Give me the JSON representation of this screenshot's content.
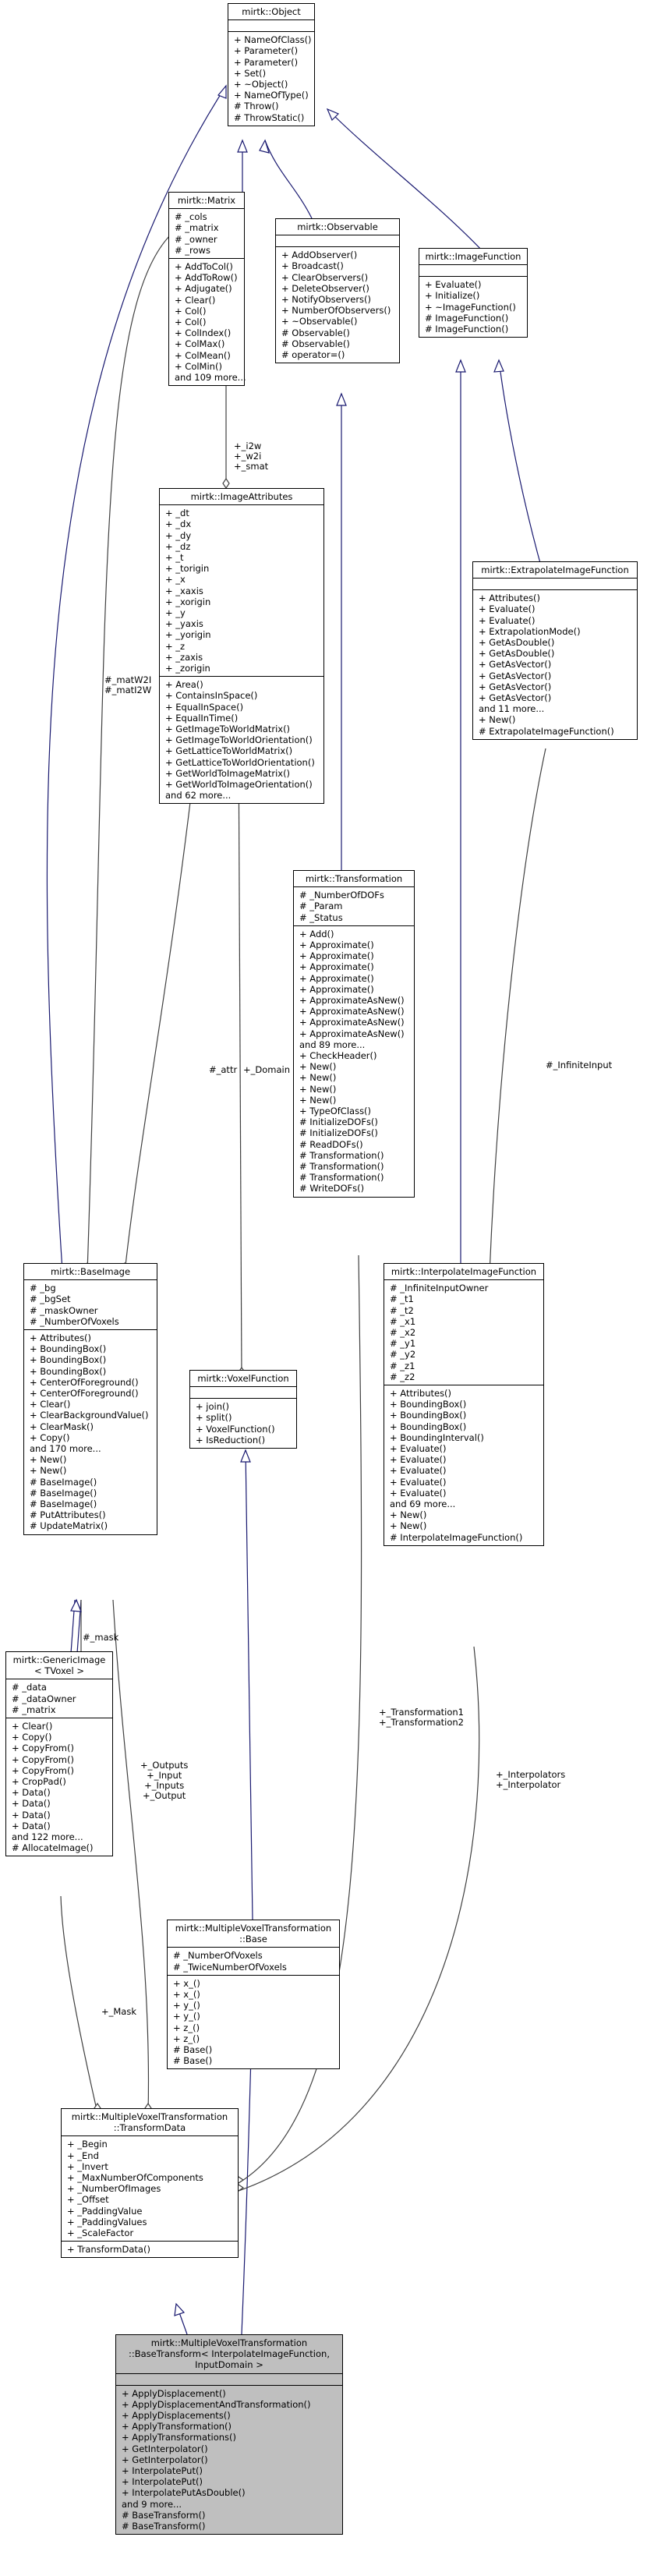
{
  "classes": {
    "object": {
      "title": [
        "mirtk::Object"
      ],
      "attrs": [],
      "methods": [
        "+ NameOfClass()",
        "+ Parameter()",
        "+ Parameter()",
        "+ Set()",
        "+ ~Object()",
        "+ NameOfType()",
        "# Throw()",
        "# ThrowStatic()"
      ]
    },
    "matrix": {
      "title": [
        "mirtk::Matrix"
      ],
      "attrs": [
        "# _cols",
        "# _matrix",
        "# _owner",
        "# _rows"
      ],
      "methods": [
        "+ AddToCol()",
        "+ AddToRow()",
        "+ Adjugate()",
        "+ Clear()",
        "+ Col()",
        "+ Col()",
        "+ ColIndex()",
        "+ ColMax()",
        "+ ColMean()",
        "+ ColMin()",
        "and 109 more..."
      ]
    },
    "observable": {
      "title": [
        "mirtk::Observable"
      ],
      "attrs": [],
      "methods": [
        "+ AddObserver()",
        "+ Broadcast()",
        "+ ClearObservers()",
        "+ DeleteObserver()",
        "+ NotifyObservers()",
        "+ NumberOfObservers()",
        "+ ~Observable()",
        "# Observable()",
        "# Observable()",
        "# operator=()"
      ]
    },
    "imagefunction": {
      "title": [
        "mirtk::ImageFunction"
      ],
      "attrs": [],
      "methods": [
        "+ Evaluate()",
        "+ Initialize()",
        "+ ~ImageFunction()",
        "# ImageFunction()",
        "# ImageFunction()"
      ]
    },
    "imageattributes": {
      "title": [
        "mirtk::ImageAttributes"
      ],
      "attrs": [
        "+ _dt",
        "+ _dx",
        "+ _dy",
        "+ _dz",
        "+ _t",
        "+ _torigin",
        "+ _x",
        "+ _xaxis",
        "+ _xorigin",
        "+ _y",
        "+ _yaxis",
        "+ _yorigin",
        "+ _z",
        "+ _zaxis",
        "+ _zorigin"
      ],
      "methods": [
        "+ Area()",
        "+ ContainsInSpace()",
        "+ EqualInSpace()",
        "+ EqualInTime()",
        "+ GetImageToWorldMatrix()",
        "+ GetImageToWorldOrientation()",
        "+ GetLatticeToWorldMatrix()",
        "+ GetLatticeToWorldOrientation()",
        "+ GetWorldToImageMatrix()",
        "+ GetWorldToImageOrientation()",
        "and 62 more..."
      ]
    },
    "extrapolate": {
      "title": [
        "mirtk::ExtrapolateImageFunction"
      ],
      "attrs": [],
      "methods": [
        "+ Attributes()",
        "+ Evaluate()",
        "+ Evaluate()",
        "+ ExtrapolationMode()",
        "+ GetAsDouble()",
        "+ GetAsDouble()",
        "+ GetAsVector()",
        "+ GetAsVector()",
        "+ GetAsVector()",
        "+ GetAsVector()",
        "and 11 more...",
        "+ New()",
        "# ExtrapolateImageFunction()"
      ]
    },
    "transformation": {
      "title": [
        "mirtk::Transformation"
      ],
      "attrs": [
        "# _NumberOfDOFs",
        "# _Param",
        "# _Status"
      ],
      "methods": [
        "+ Add()",
        "+ Approximate()",
        "+ Approximate()",
        "+ Approximate()",
        "+ Approximate()",
        "+ Approximate()",
        "+ ApproximateAsNew()",
        "+ ApproximateAsNew()",
        "+ ApproximateAsNew()",
        "+ ApproximateAsNew()",
        "and 89 more...",
        "+ CheckHeader()",
        "+ New()",
        "+ New()",
        "+ New()",
        "+ New()",
        "+ TypeOfClass()",
        "# InitializeDOFs()",
        "# InitializeDOFs()",
        "# ReadDOFs()",
        "# Transformation()",
        "# Transformation()",
        "# Transformation()",
        "# WriteDOFs()"
      ]
    },
    "baseimage": {
      "title": [
        "mirtk::BaseImage"
      ],
      "attrs": [
        "# _bg",
        "# _bgSet",
        "# _maskOwner",
        "# _NumberOfVoxels"
      ],
      "methods": [
        "+ Attributes()",
        "+ BoundingBox()",
        "+ BoundingBox()",
        "+ BoundingBox()",
        "+ CenterOfForeground()",
        "+ CenterOfForeground()",
        "+ Clear()",
        "+ ClearBackgroundValue()",
        "+ ClearMask()",
        "+ Copy()",
        "and 170 more...",
        "+ New()",
        "+ New()",
        "# BaseImage()",
        "# BaseImage()",
        "# BaseImage()",
        "# PutAttributes()",
        "# UpdateMatrix()"
      ]
    },
    "voxelfunction": {
      "title": [
        "mirtk::VoxelFunction"
      ],
      "attrs": [],
      "methods": [
        "+ join()",
        "+ split()",
        "+ VoxelFunction()",
        "+ IsReduction()"
      ]
    },
    "interpolate": {
      "title": [
        "mirtk::InterpolateImageFunction"
      ],
      "attrs": [
        "# _InfiniteInputOwner",
        "# _t1",
        "# _t2",
        "# _x1",
        "# _x2",
        "# _y1",
        "# _y2",
        "# _z1",
        "# _z2"
      ],
      "methods": [
        "+ Attributes()",
        "+ BoundingBox()",
        "+ BoundingBox()",
        "+ BoundingBox()",
        "+ BoundingInterval()",
        "+ Evaluate()",
        "+ Evaluate()",
        "+ Evaluate()",
        "+ Evaluate()",
        "+ Evaluate()",
        "and 69 more...",
        "+ New()",
        "+ New()",
        "# InterpolateImageFunction()"
      ]
    },
    "genericimage": {
      "title": [
        "mirtk::GenericImage",
        "< TVoxel >"
      ],
      "attrs": [
        "# _data",
        "# _dataOwner",
        "# _matrix"
      ],
      "methods": [
        "+ Clear()",
        "+ Copy()",
        "+ CopyFrom()",
        "+ CopyFrom()",
        "+ CopyFrom()",
        "+ CropPad()",
        "+ Data()",
        "+ Data()",
        "+ Data()",
        "+ Data()",
        "and 122 more...",
        "# AllocateImage()"
      ]
    },
    "mvtbase": {
      "title": [
        "mirtk::MultipleVoxelTransformation",
        "::Base"
      ],
      "attrs": [
        "# _NumberOfVoxels",
        "# _TwiceNumberOfVoxels"
      ],
      "methods": [
        "+ x_()",
        "+ x_()",
        "+ y_()",
        "+ y_()",
        "+ z_()",
        "+ z_()",
        "# Base()",
        "# Base()"
      ]
    },
    "transformdata": {
      "title": [
        "mirtk::MultipleVoxelTransformation",
        "::TransformData"
      ],
      "attrs": [
        "+ _Begin",
        "+ _End",
        "+ _Invert",
        "+ _MaxNumberOfComponents",
        "+ _NumberOfImages",
        "+ _Offset",
        "+ _PaddingValue",
        "+ _PaddingValues",
        "+ _ScaleFactor"
      ],
      "methods": [
        "+ TransformData()"
      ]
    },
    "basetransform": {
      "title": [
        "mirtk::MultipleVoxelTransformation",
        "::BaseTransform< InterpolateImageFunction,",
        "InputDomain >"
      ],
      "attrs": [],
      "methods": [
        "+ ApplyDisplacement()",
        "+ ApplyDisplacementAndTransformation()",
        "+ ApplyDisplacements()",
        "+ ApplyTransformation()",
        "+ ApplyTransformations()",
        "+ GetInterpolator()",
        "+ GetInterpolator()",
        "+ InterpolatePut()",
        "+ InterpolatePut()",
        "+ InterpolatePutAsDouble()",
        "and 9 more...",
        "# BaseTransform()",
        "# BaseTransform()"
      ]
    }
  },
  "edge_labels": {
    "i2w_group": [
      "+_i2w",
      "+_w2i",
      "+_smat"
    ],
    "matW2I_group": [
      "#_matW2I",
      "#_matI2W"
    ],
    "attr": "#_attr",
    "domain": "+_Domain",
    "infinite_input": "#_InfiniteInput",
    "mask": "#_mask",
    "outputs_group": [
      "+_Outputs",
      "+_Input",
      "+_Inputs",
      "+_Output"
    ],
    "transformation_group": [
      "+_Transformation1",
      "+_Transformation2"
    ],
    "interpolators_group": [
      "+_Interpolators",
      "+_Interpolator"
    ],
    "mask_edge": "+_Mask"
  }
}
